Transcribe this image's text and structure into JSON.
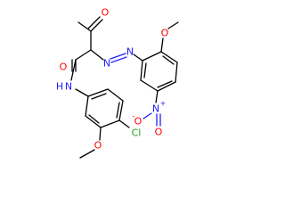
{
  "molecule": {
    "atoms": {
      "o_methoxy_upper": "O",
      "o_ketone": "O",
      "o_amide": "O",
      "n_azo_1": "N",
      "n_azo_2": "N",
      "n_amide": "N",
      "h_amide": "H",
      "n_nitro": "N",
      "nitro_plus": "+",
      "o_nitro_minus": "O",
      "nitro_minus": "-",
      "o_nitro": "O",
      "cl": "Cl",
      "o_methoxy_lower": "O"
    },
    "colors": {
      "carbon_bond": "#000000",
      "nitrogen": "#2020ff",
      "oxygen": "#ff0000",
      "chlorine": "#1f9e1f"
    }
  }
}
